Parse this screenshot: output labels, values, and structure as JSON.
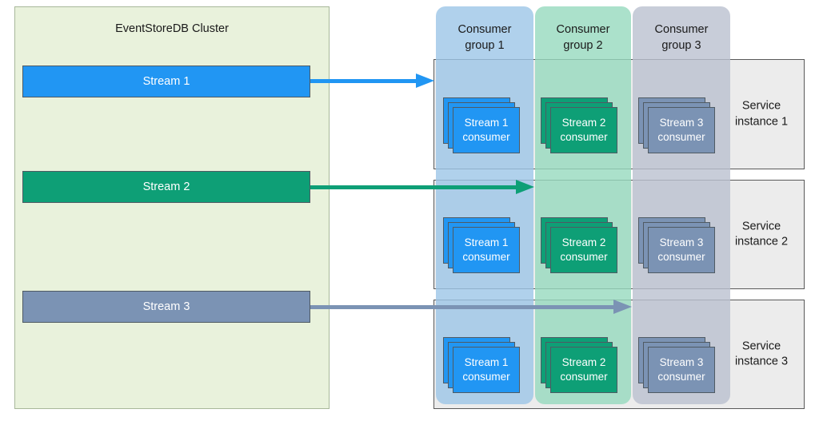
{
  "cluster": {
    "title": "EventStoreDB Cluster",
    "streams": [
      {
        "label": "Stream 1",
        "color": "#2196f3"
      },
      {
        "label": "Stream 2",
        "color": "#0e9f76"
      },
      {
        "label": "Stream 3",
        "color": "#7b93b4"
      }
    ]
  },
  "arrows": [
    {
      "name": "stream-1-arrow",
      "color": "#2196f3"
    },
    {
      "name": "stream-2-arrow",
      "color": "#0e9f76"
    },
    {
      "name": "stream-3-arrow",
      "color": "#7b93b4"
    }
  ],
  "consumer_groups": [
    {
      "title_line1": "Consumer",
      "title_line2": "group 1",
      "color": "#9cc6e7",
      "consumer_line1": "Stream 1",
      "consumer_line2": "consumer",
      "consumer_color": "#2196f3"
    },
    {
      "title_line1": "Consumer",
      "title_line2": "group 2",
      "color": "#96d9be",
      "consumer_line1": "Stream 2",
      "consumer_line2": "consumer",
      "consumer_color": "#0e9f76"
    },
    {
      "title_line1": "Consumer",
      "title_line2": "group 3",
      "color": "#bac0cf",
      "consumer_line1": "Stream 3",
      "consumer_line2": "consumer",
      "consumer_color": "#7b93b4"
    }
  ],
  "service_instances": [
    {
      "line1": "Service",
      "line2": "instance 1"
    },
    {
      "line1": "Service",
      "line2": "instance 2"
    },
    {
      "line1": "Service",
      "line2": "instance 3"
    }
  ]
}
